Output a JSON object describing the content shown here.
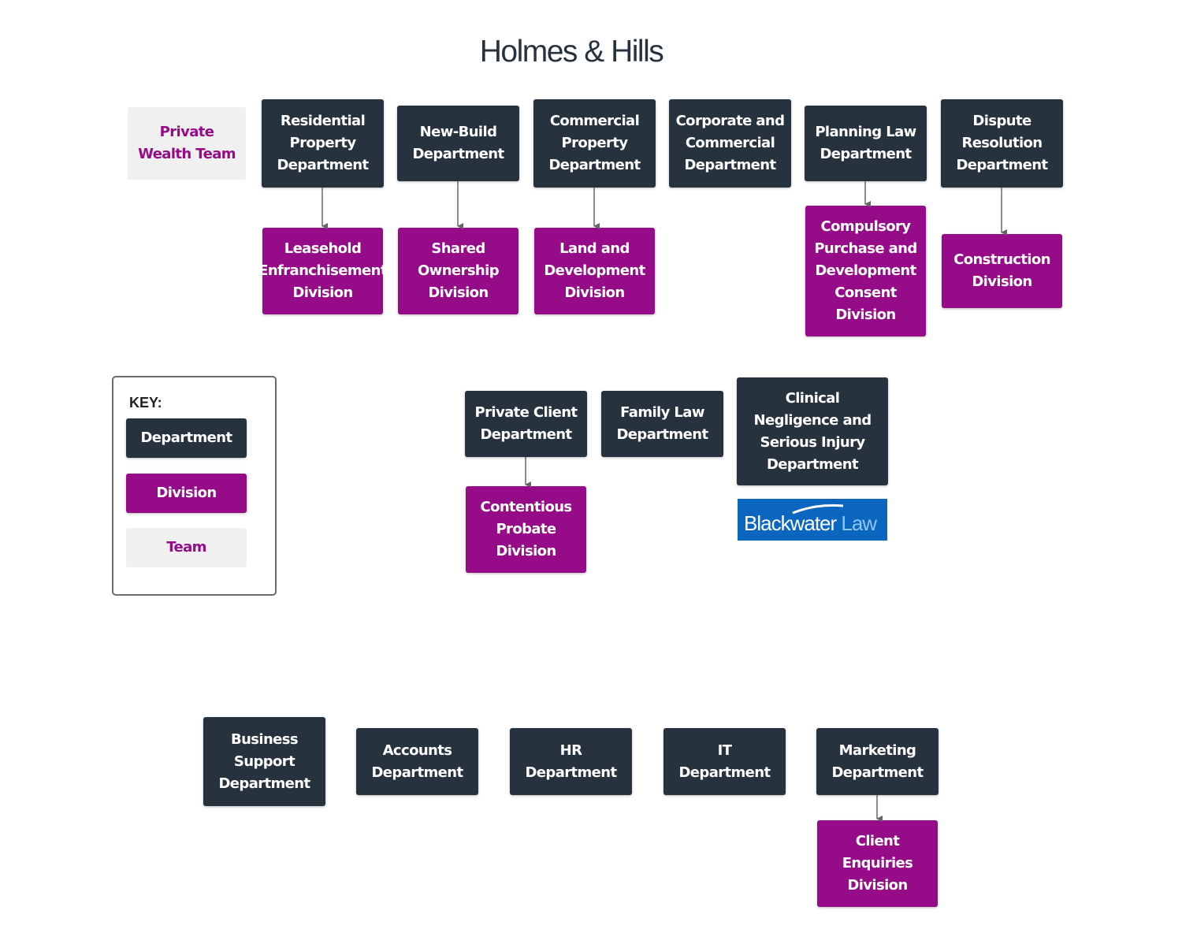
{
  "logo": {
    "name": "Holmes & Hills"
  },
  "nodes": {
    "private_wealth_team": "Private\nWealth Team",
    "residential_property": "Residential\nProperty\nDepartment",
    "new_build": "New-Build\nDepartment",
    "commercial_property": "Commercial\nProperty\nDepartment",
    "corporate_commercial": "Corporate and\nCommercial\nDepartment",
    "planning_law": "Planning Law\nDepartment",
    "dispute_resolution": "Dispute\nResolution\nDepartment",
    "leasehold_enfranchisement": "Leasehold\nEnfranchisement\nDivision",
    "shared_ownership": "Shared\nOwnership\nDivision",
    "land_development": "Land and\nDevelopment\nDivision",
    "compulsory_purchase": "Compulsory\nPurchase and\nDevelopment\nConsent\nDivision",
    "construction": "Construction\nDivision",
    "private_client": "Private Client\nDepartment",
    "family_law": "Family Law\nDepartment",
    "clinical_negligence": "Clinical\nNegligence and\nSerious Injury\nDepartment",
    "contentious_probate": "Contentious\nProbate\nDivision",
    "business_support": "Business\nSupport\nDepartment",
    "accounts": "Accounts\nDepartment",
    "hr": "HR\nDepartment",
    "it": "IT\nDepartment",
    "marketing": "Marketing\nDepartment",
    "client_enquiries": "Client\nEnquiries\nDivision"
  },
  "blackwater": {
    "brand": "Blackwater",
    "suffix": " Law"
  },
  "key": {
    "title": "KEY:",
    "department": "Department",
    "division": "Division",
    "team": "Team"
  },
  "colors": {
    "department": "#27323f",
    "division": "#950b88",
    "team": "#f0f0f0",
    "team_text": "#950b88",
    "connector": "#666666",
    "blackwater_bg": "#0b66c0"
  }
}
